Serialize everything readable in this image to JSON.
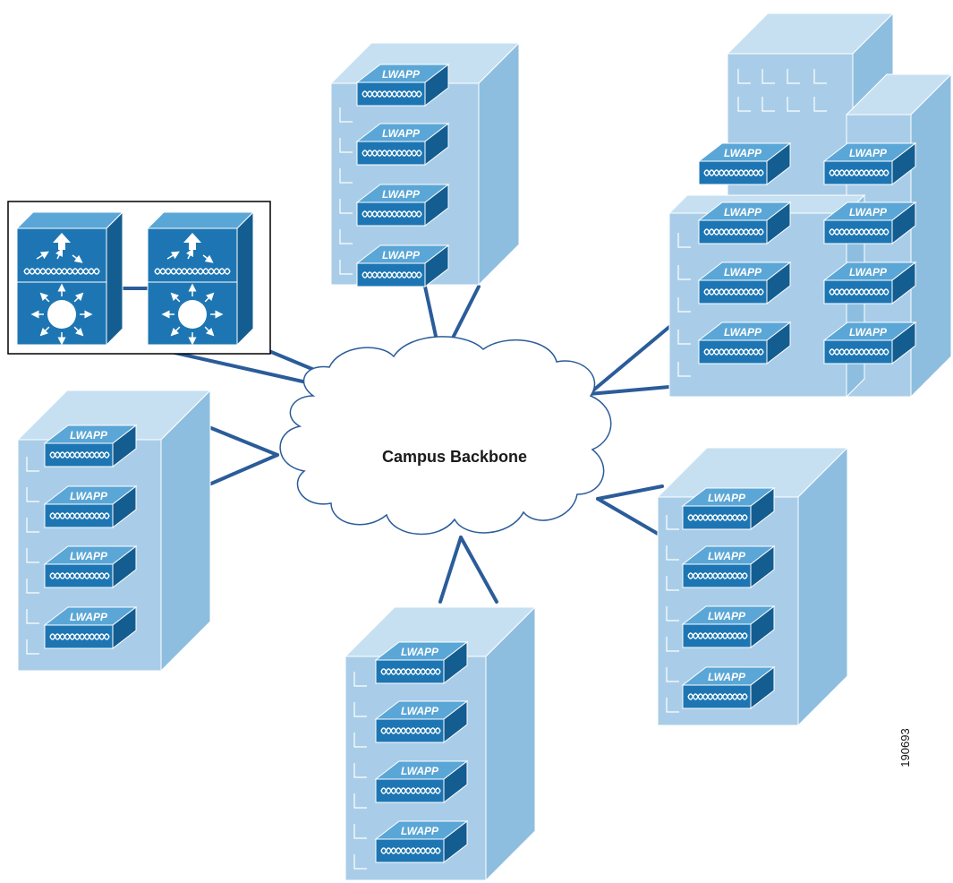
{
  "cloud": {
    "label": "Campus Backbone"
  },
  "access_point_label": "LWAPP",
  "figure_id": "190693",
  "colors": {
    "building_front": "#a9cde8",
    "building_side": "#8ebedf",
    "building_top": "#c6e0f2",
    "link": "#2b5c9a",
    "ap_front": "#1d76b3",
    "ap_top": "#5aa6d6",
    "ap_side": "#145d91",
    "controller_frame": "#000000"
  },
  "buildings": [
    {
      "id": "top-center",
      "access_points": 4
    },
    {
      "id": "top-right-complex",
      "access_points": 8
    },
    {
      "id": "left",
      "access_points": 4
    },
    {
      "id": "right",
      "access_points": 4
    },
    {
      "id": "bottom-center",
      "access_points": 4
    }
  ],
  "controllers": {
    "count": 2,
    "icon": "multilayer-switch-icon"
  }
}
